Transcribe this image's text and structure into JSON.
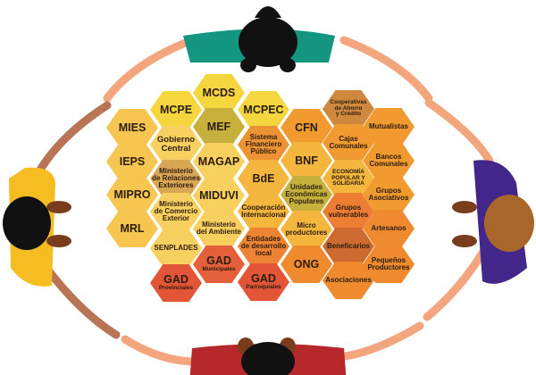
{
  "colors": {
    "teal": "#14957f",
    "yellow_shirt": "#f6bd23",
    "purple": "#43268a",
    "red": "#b7282a",
    "skin_light": "#f3a57e",
    "skin_mid": "#b97455",
    "hair": "#111111"
  },
  "cells": [
    {
      "lines": [
        "MCDS"
      ],
      "size": "lg",
      "color": "#f6d63f"
    },
    {
      "lines": [
        "MCPE"
      ],
      "size": "lg",
      "color": "#f6d63f"
    },
    {
      "lines": [
        "MCPEC"
      ],
      "size": "lg",
      "color": "#f6d63f"
    },
    {
      "lines": [
        "MEF"
      ],
      "size": "lg",
      "color": "#c8b03c"
    },
    {
      "lines": [
        "MIES"
      ],
      "size": "lg",
      "color": "#f7c650"
    },
    {
      "lines": [
        "Gobierno",
        "Central"
      ],
      "size": "md",
      "color": "#f8d060"
    },
    {
      "lines": [
        "IEPS"
      ],
      "size": "lg",
      "color": "#f7c650"
    },
    {
      "lines": [
        "MAGAP"
      ],
      "size": "lg",
      "color": "#f8d060"
    },
    {
      "lines": [
        "Ministerio",
        "de Relaciones",
        "Exteriores"
      ],
      "size": "sm",
      "color": "#d9a653"
    },
    {
      "lines": [
        "MIPRO"
      ],
      "size": "lg",
      "color": "#f7c650"
    },
    {
      "lines": [
        "MIDUVI"
      ],
      "size": "lg",
      "color": "#f8d060"
    },
    {
      "lines": [
        "Ministerio",
        "de Comercio",
        "Exterior"
      ],
      "size": "sm",
      "color": "#f8d060"
    },
    {
      "lines": [
        "MRL"
      ],
      "size": "lg",
      "color": "#f7c650"
    },
    {
      "lines": [
        "Ministerio",
        "del Ambiente"
      ],
      "size": "sm",
      "color": "#f8d060"
    },
    {
      "lines": [
        "SENPLADES"
      ],
      "size": "sm",
      "color": "#f8d060"
    },
    {
      "lines": [
        "GAD",
        "Municipales"
      ],
      "size": "gad",
      "color": "#e4603a"
    },
    {
      "lines": [
        "GAD",
        "Provinciales"
      ],
      "size": "gad",
      "color": "#e25537"
    },
    {
      "lines": [
        "Sistema",
        "Financiero",
        "Público"
      ],
      "size": "sm",
      "color": "#ee9334"
    },
    {
      "lines": [
        "BdE"
      ],
      "size": "lg",
      "color": "#f5b63e"
    },
    {
      "lines": [
        "Cooperación",
        "Internacional"
      ],
      "size": "sm",
      "color": "#f5b63e"
    },
    {
      "lines": [
        "Entidades",
        "de desarrollo",
        "local"
      ],
      "size": "sm",
      "color": "#ed8434"
    },
    {
      "lines": [
        "GAD",
        "Parroquiales"
      ],
      "size": "gad",
      "color": "#e25537"
    },
    {
      "lines": [
        "CFN"
      ],
      "size": "lg",
      "color": "#f19a30"
    },
    {
      "lines": [
        "BNF"
      ],
      "size": "lg",
      "color": "#f5b63e"
    },
    {
      "lines": [
        "Unidades",
        "Económicas",
        "Populares"
      ],
      "size": "sm",
      "color": "#c5b03c"
    },
    {
      "lines": [
        "Micro",
        "productores"
      ],
      "size": "sm",
      "color": "#f5b63e"
    },
    {
      "lines": [
        "ONG"
      ],
      "size": "lg",
      "color": "#ef8a2e"
    },
    {
      "lines": [
        "Cooperativas",
        "de Ahorro",
        "y Crédito"
      ],
      "size": "xs",
      "color": "#cf893d"
    },
    {
      "lines": [
        "Cajas",
        "Comunales"
      ],
      "size": "sm",
      "color": "#f19a30"
    },
    {
      "lines": [
        "ECONOMÍA",
        "POPULAR Y",
        "SOLIDARIA"
      ],
      "size": "xs",
      "color": "#f5b63e"
    },
    {
      "lines": [
        "Grupos",
        "vulnerables"
      ],
      "size": "sm",
      "color": "#ec7d32"
    },
    {
      "lines": [
        "Beneficarios"
      ],
      "size": "sm",
      "color": "#cc6a30"
    },
    {
      "lines": [
        "Asociaciones"
      ],
      "size": "sm",
      "color": "#ef8a2e"
    },
    {
      "lines": [
        "Mutualistas"
      ],
      "size": "sm",
      "color": "#f19a30"
    },
    {
      "lines": [
        "Bancos",
        "Comunales"
      ],
      "size": "sm",
      "color": "#f19a30"
    },
    {
      "lines": [
        "Grupos",
        "Asociativos"
      ],
      "size": "sm",
      "color": "#f19a30"
    },
    {
      "lines": [
        "Artesanos"
      ],
      "size": "sm",
      "color": "#ef8a2e"
    },
    {
      "lines": [
        "Pequeños",
        "Productores"
      ],
      "size": "sm",
      "color": "#ef8a2e"
    }
  ]
}
